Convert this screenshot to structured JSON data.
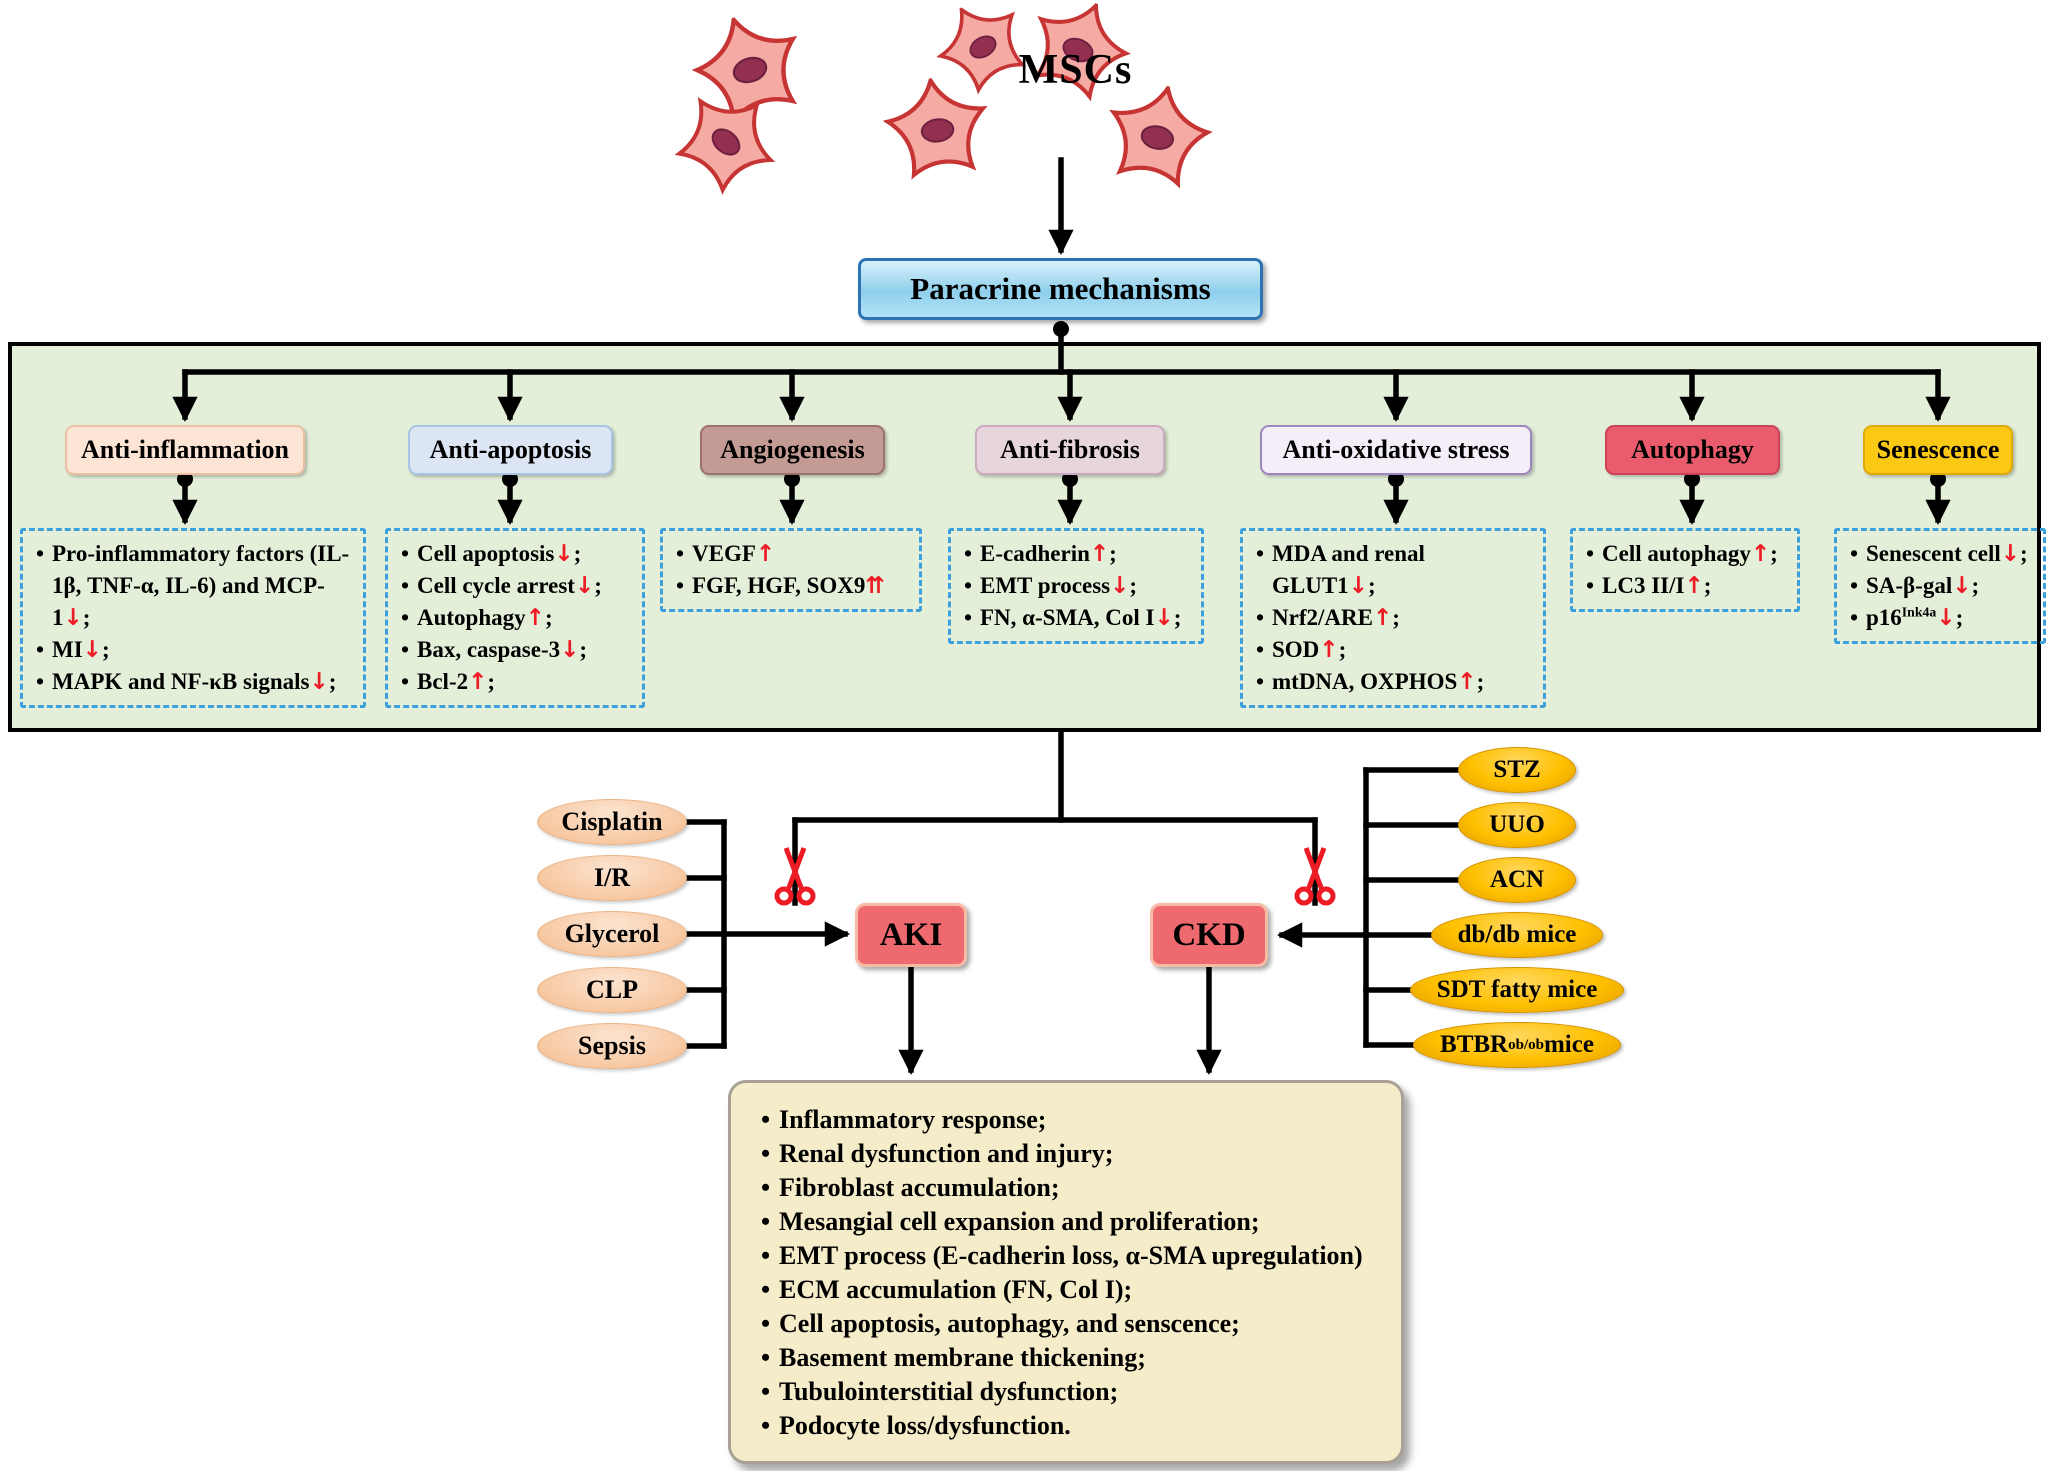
{
  "msc": {
    "label": "MSCs"
  },
  "paracrine": {
    "label": "Paracrine mechanisms"
  },
  "mechanisms": [
    {
      "label": "Anti-inflammation",
      "bg": "#fce5d5",
      "border": "#edc0a2",
      "items": [
        "Pro-inflammatory factors (IL-1β, TNF-α, IL-6) and MCP-1↓;",
        "MI↓;",
        "MAPK and NF-κB signals↓;"
      ]
    },
    {
      "label": "Anti-apoptosis",
      "bg": "#dbe5f4",
      "border": "#a8c4e4",
      "items": [
        "Cell apoptosis↓;",
        "Cell cycle arrest↓;",
        "Autophagy↑;",
        "Bax, caspase-3↓;",
        "Bcl-2↑;"
      ]
    },
    {
      "label": "Angiogenesis",
      "bg": "#c39b94",
      "border": "#9c736c",
      "items": [
        "VEGF↑",
        "FGF, HGF, SOX9⇈"
      ]
    },
    {
      "label": "Anti-fibrosis",
      "bg": "#e7d5de",
      "border": "#cbaabf",
      "items": [
        "E-cadherin↑;",
        "EMT process↓;",
        "FN, α-SMA, Col I↓;"
      ]
    },
    {
      "label": "Anti-oxidative stress",
      "bg": "#f4eef8",
      "border": "#9f86c0",
      "items": [
        "MDA and renal GLUT1↓;",
        "Nrf2/ARE↑;",
        "SOD↑;",
        "mtDNA, OXPHOS↑;"
      ]
    },
    {
      "label": "Autophagy",
      "bg": "#ea5c6d",
      "border": "#c94458",
      "items": [
        "Cell autophagy↑;",
        "LC3 II/I↑;"
      ]
    },
    {
      "label": "Senescence",
      "bg": "#fbc913",
      "border": "#dfa90a",
      "items": [
        "Senescent cell↓;",
        "SA-β-gal↓;",
        "p16^{Ink4a}↓;"
      ]
    }
  ],
  "aki": {
    "label": "AKI"
  },
  "ckd": {
    "label": "CKD"
  },
  "aki_causes": [
    "Cisplatin",
    "I/R",
    "Glycerol",
    "CLP",
    "Sepsis"
  ],
  "ckd_models": [
    "STZ",
    "UUO",
    "ACN",
    "db/db mice",
    "SDT fatty mice",
    "BTBR^{ob/ob} mice"
  ],
  "outcomes": [
    "Inflammatory response;",
    "Renal dysfunction and injury;",
    "Fibroblast accumulation;",
    "Mesangial cell expansion and proliferation;",
    "EMT process (E-cadherin loss, α-SMA upregulation)",
    "ECM accumulation (FN, Col I);",
    "Cell apoptosis, autophagy, and senscence;",
    "Basement membrane thickening;",
    "Tubulointerstitial dysfunction;",
    "Podocyte loss/dysfunction."
  ],
  "colors": {
    "arrow_red": "#ed1c24",
    "panel_green": "#e3efd9",
    "dashed_border_blue": "#3da0dc",
    "paracrine_blue": "#8ecfec",
    "disease_red": "#ef6a6e",
    "cause_peach": "#f7c8a2",
    "model_gold": "#ffc000",
    "outcome_tan": "#f5ecca"
  }
}
